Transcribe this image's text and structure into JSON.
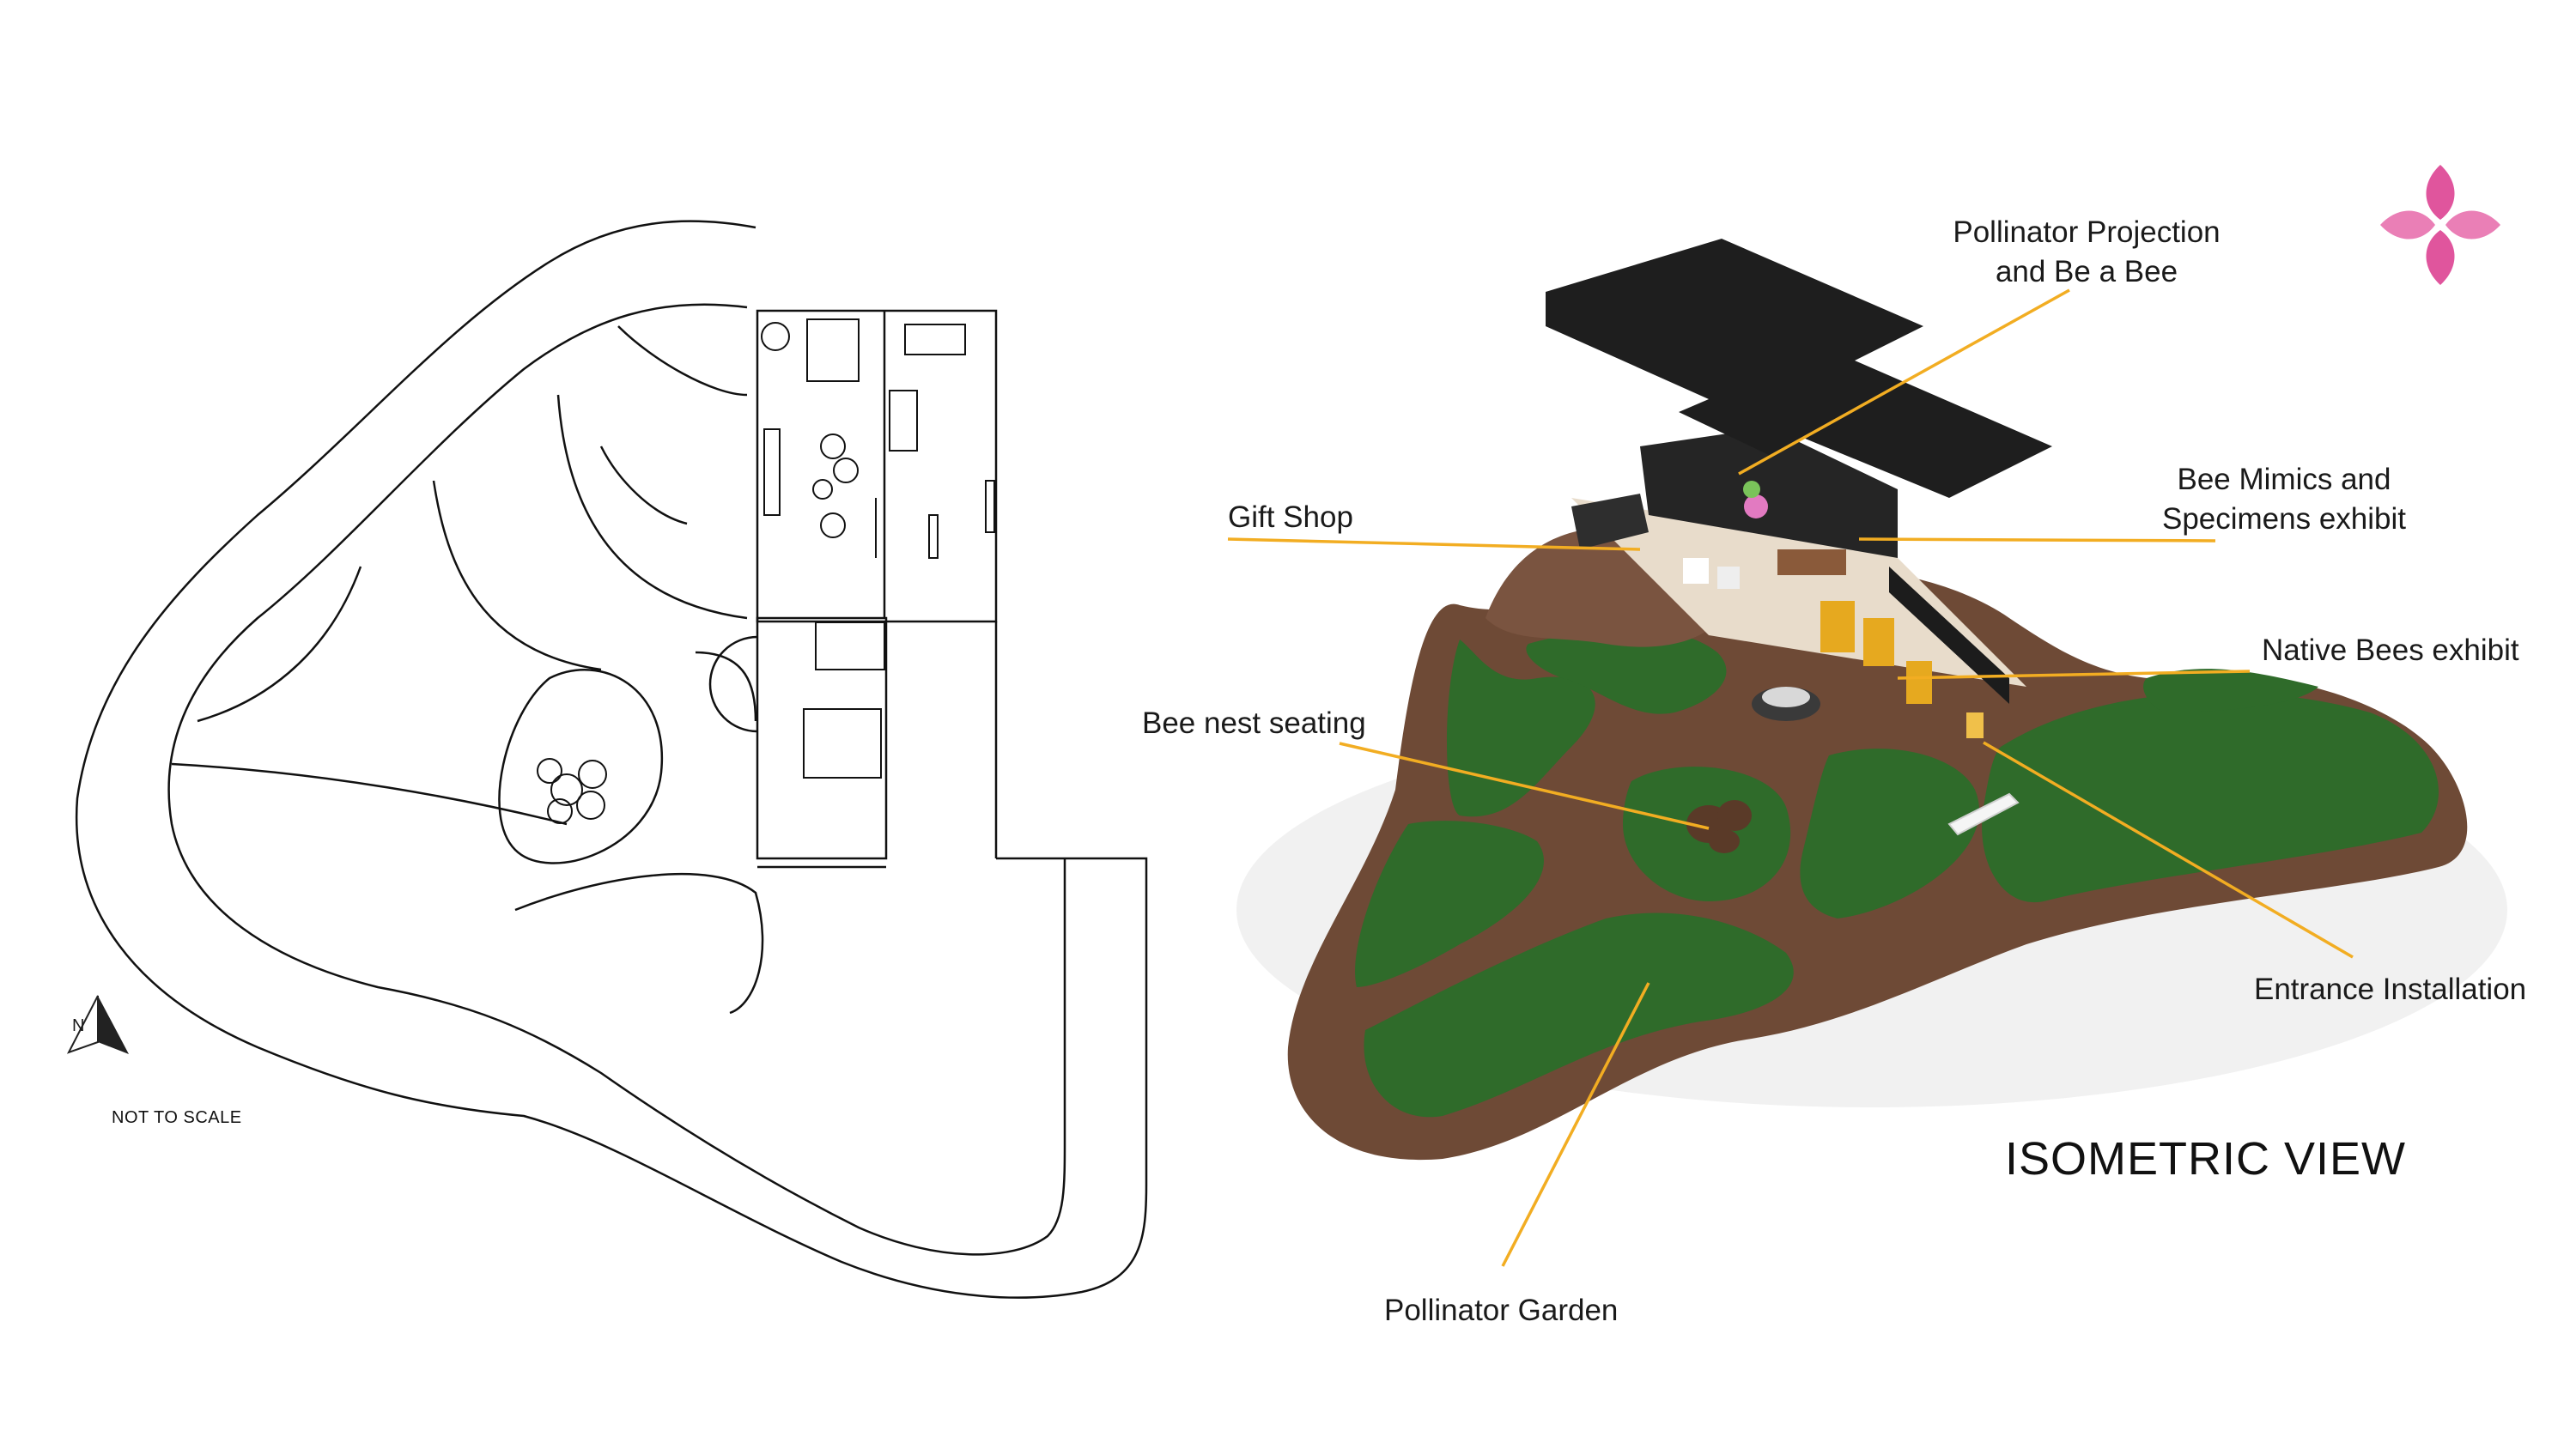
{
  "floor_plan": {
    "scale_note": "NOT TO SCALE",
    "north_letter": "N"
  },
  "isometric": {
    "title": "ISOMETRIC VIEW",
    "labels": {
      "projection_line1": "Pollinator Projection",
      "projection_line2": "and Be a Bee",
      "mimics_line1": "Bee Mimics and",
      "mimics_line2": "Specimens exhibit",
      "gift_shop": "Gift Shop",
      "native_bees": "Native Bees exhibit",
      "bee_nest_seating": "Bee nest seating",
      "entrance_installation": "Entrance Installation",
      "pollinator_garden": "Pollinator Garden"
    }
  },
  "colors": {
    "leader": "#f2ad22",
    "path_brown": "#6e4a36",
    "grass_green": "#2f6b2a",
    "roof_black": "#1e1e1e",
    "logo_pink": "#e0559d"
  },
  "icons": [
    "north-arrow-icon",
    "flower-logo-icon"
  ]
}
